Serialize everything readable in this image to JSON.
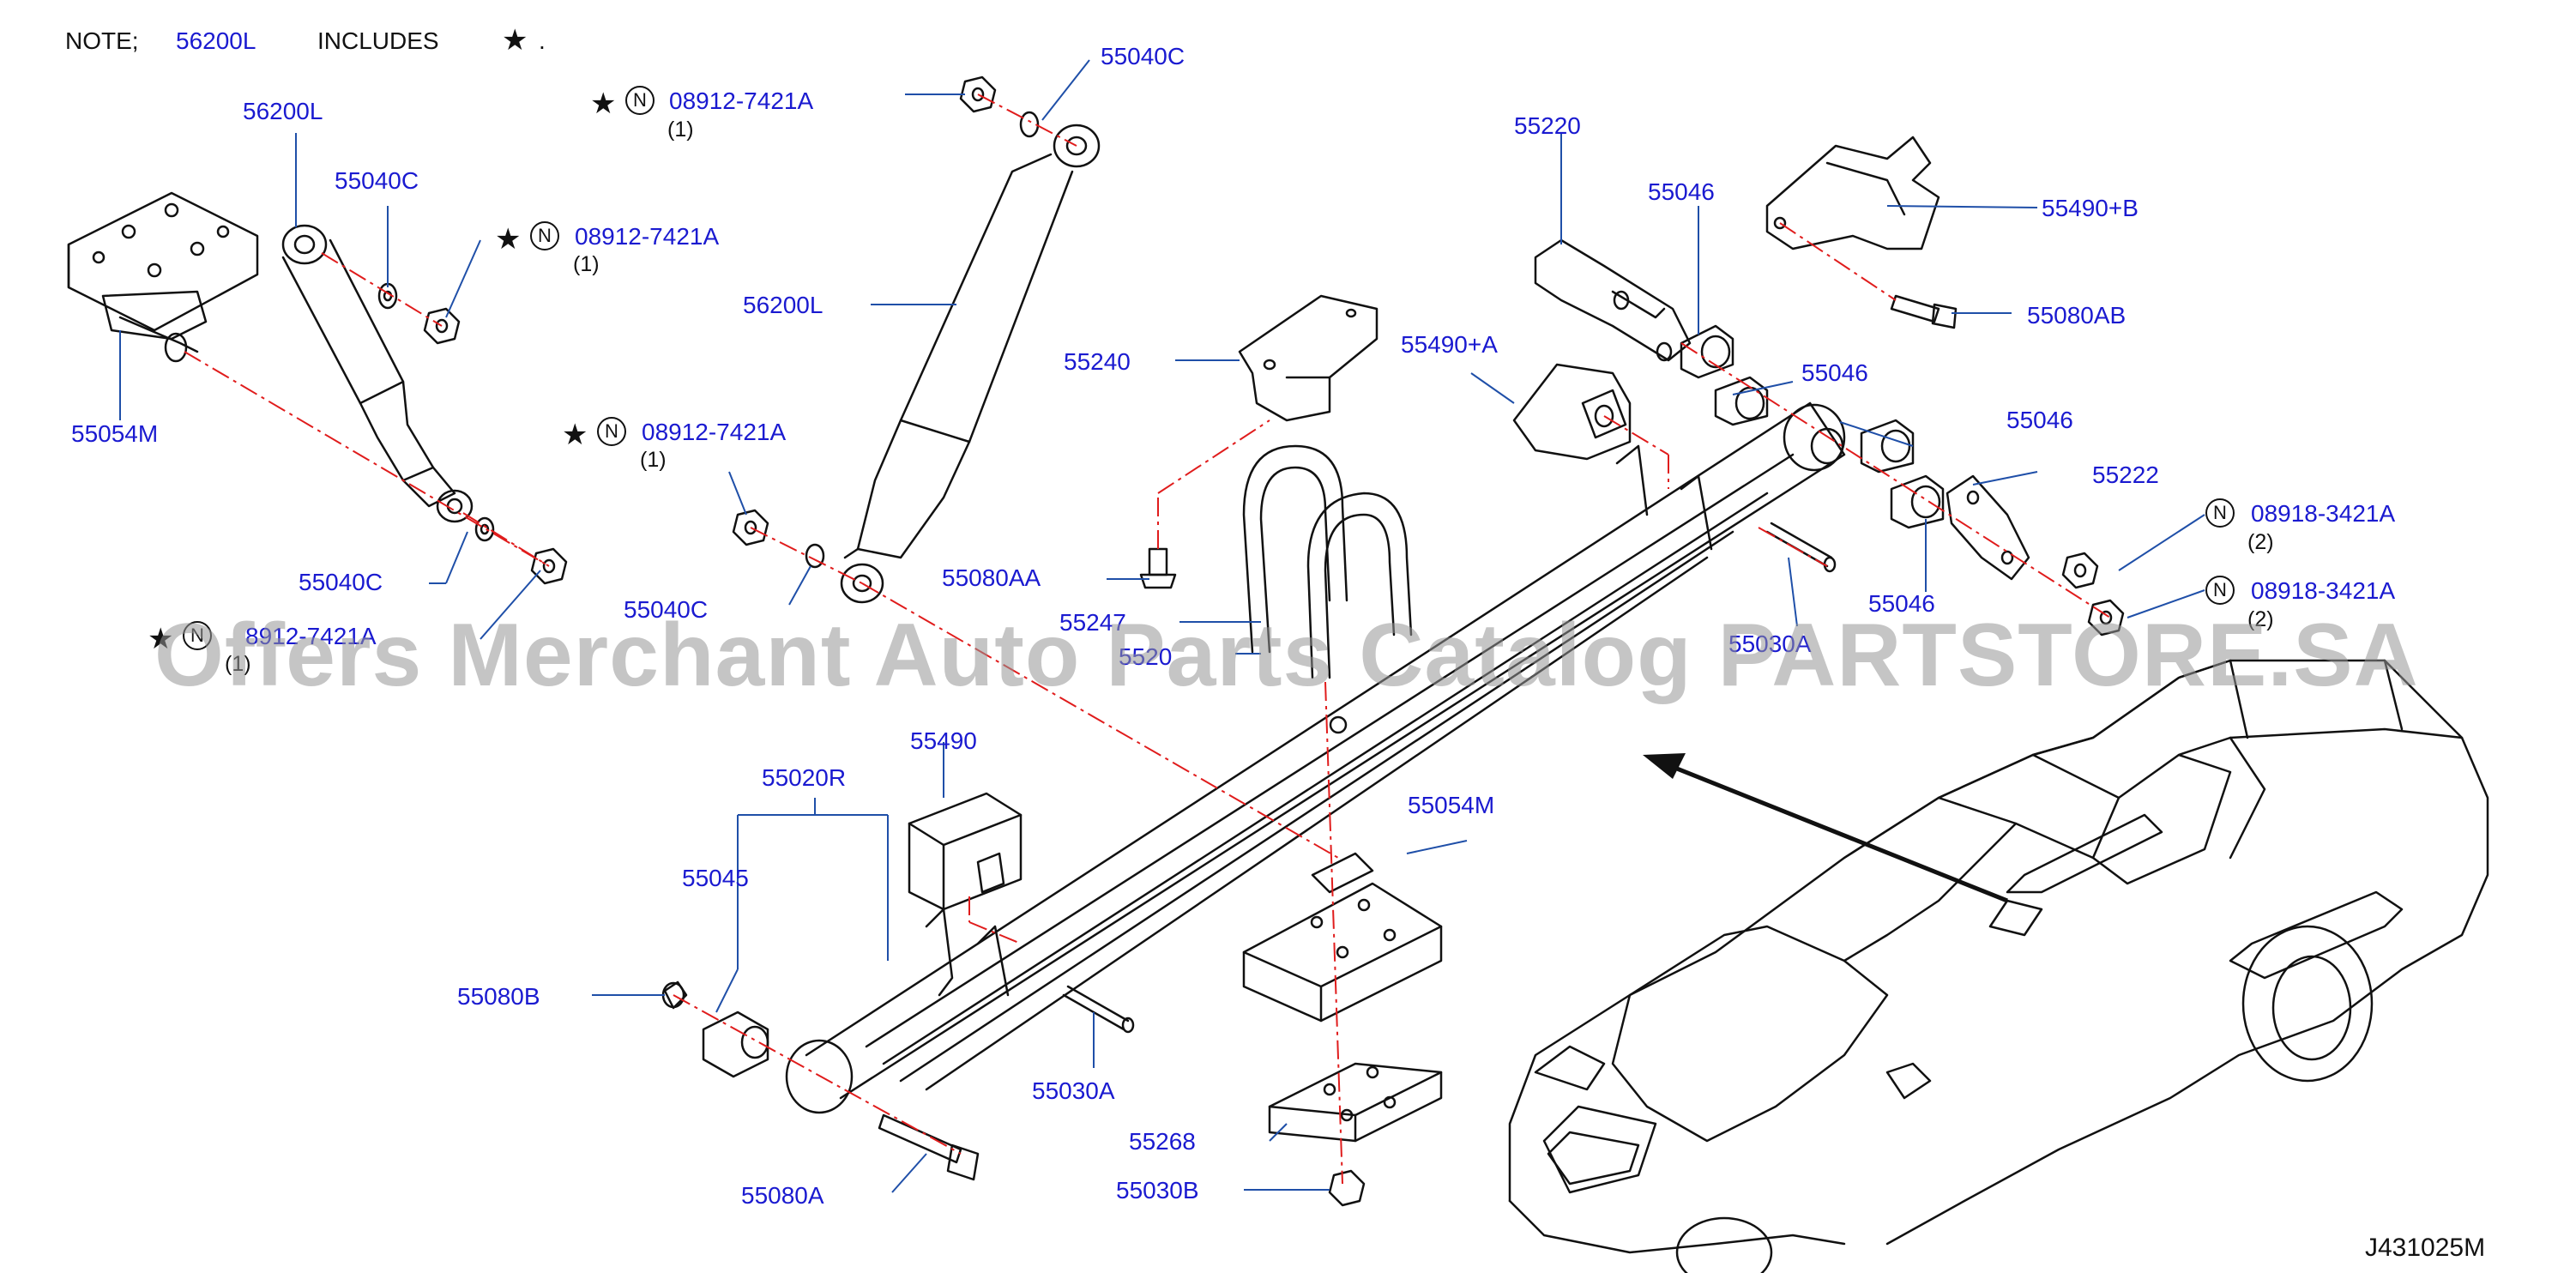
{
  "note": {
    "prefix": "NOTE;",
    "part": "56200L",
    "includes": "INCLUDES",
    "star": "★",
    "suffix": "."
  },
  "labels": {
    "l_56200L_a": "56200L",
    "l_55040C_a": "55040C",
    "l_08912_a": "08912-7421A",
    "l_55054M_a": "55054M",
    "l_55040C_b": "55040C",
    "l_08912_b": "8912-7421A",
    "l_08912_top": "08912-7421A",
    "l_55040C_top": "55040C",
    "l_56200L_b": "56200L",
    "l_08912_mid": "08912-7421A",
    "l_55040C_c": "55040C",
    "l_55240": "55240",
    "l_55080AA": "55080AA",
    "l_55247": "55247",
    "l_5520x": "5520",
    "l_55220": "55220",
    "l_55046_a": "55046",
    "l_55490B": "55490+B",
    "l_55080AB": "55080AB",
    "l_55490A": "55490+A",
    "l_55046_b": "55046",
    "l_55046_c": "55046",
    "l_55222": "55222",
    "l_08918_a": "08918-3421A",
    "l_08918_b": "08918-3421A",
    "l_55046_d": "55046",
    "l_5530x": "55030A",
    "l_55490": "55490",
    "l_55020R": "55020R",
    "l_55045": "55045",
    "l_55080B": "55080B",
    "l_55054M_b": "55054M",
    "l_55030A": "55030A",
    "l_55268": "55268",
    "l_55080A": "55080A",
    "l_55030B": "55030B"
  },
  "quantities": {
    "q_a": "(1)",
    "q_b": "(1)",
    "q_top": "(1)",
    "q_mid": "(1)",
    "q_08918_a": "(2)",
    "q_08918_b": "(2)"
  },
  "marks": {
    "star": "★",
    "n": "N"
  },
  "diagram_code": "J431025M",
  "watermark": "Offers Merchant Auto Parts Catalog PARTSTORE.SA",
  "colors": {
    "label": "#1a1ad0",
    "leader": "#1f4fa8",
    "centerline": "#e01c1c",
    "outline": "#111111",
    "watermark": "#969696"
  }
}
